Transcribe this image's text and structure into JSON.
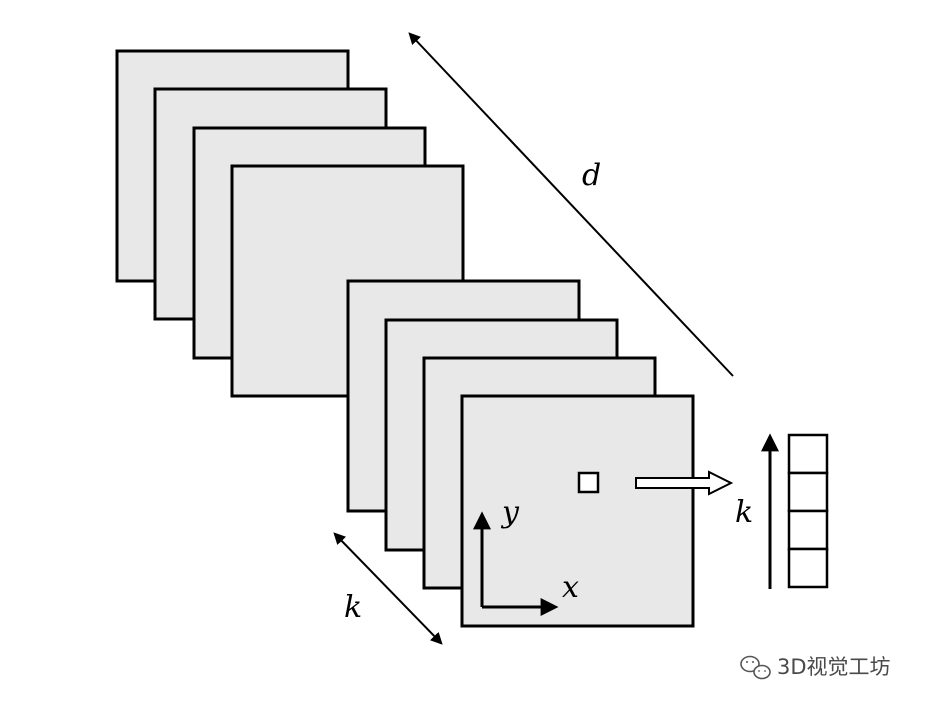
{
  "diagram": {
    "labels": {
      "d": "d",
      "k_left": "k",
      "k_right": "k",
      "x": "x",
      "y": "y"
    },
    "slice_groups": [
      {
        "name": "back-stack",
        "count": 4
      },
      {
        "name": "front-stack",
        "count": 4
      }
    ],
    "output_vector_cells": 4,
    "colors": {
      "slice_fill": "#e8e8e8",
      "stroke": "#000000",
      "background": "#ffffff"
    }
  },
  "watermark": {
    "text": "3D视觉工坊",
    "icon": "wechat-icon"
  }
}
